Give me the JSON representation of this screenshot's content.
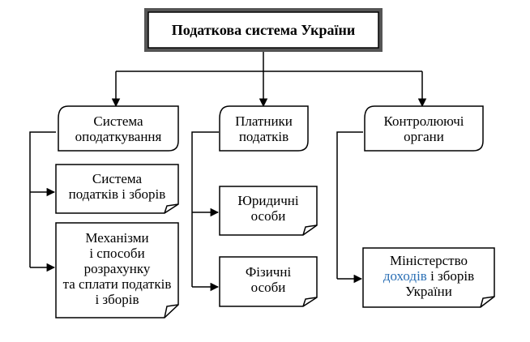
{
  "title": "Податкова система України",
  "branches": {
    "system": "Система\nоподаткування",
    "payers": "Платники\nподатків",
    "control": "Контролюючі\nоргани"
  },
  "system_children": {
    "taxes": "Система\nподатків і зборів",
    "mechanisms": "Механізми\nі способи\nрозрахунку\nта сплати податків\nі зборів"
  },
  "payer_children": {
    "legal": "Юридичні\nособи",
    "physical": "Фізичні\nособи"
  },
  "control_children": {
    "ministry_line1": "Міністерство",
    "ministry_hl": "доходів",
    "ministry_rest": " і зборів",
    "ministry_line3": "України"
  },
  "colors": {
    "line": "#000000",
    "title_frame": "#333333",
    "highlight": "#2a6fb5"
  }
}
